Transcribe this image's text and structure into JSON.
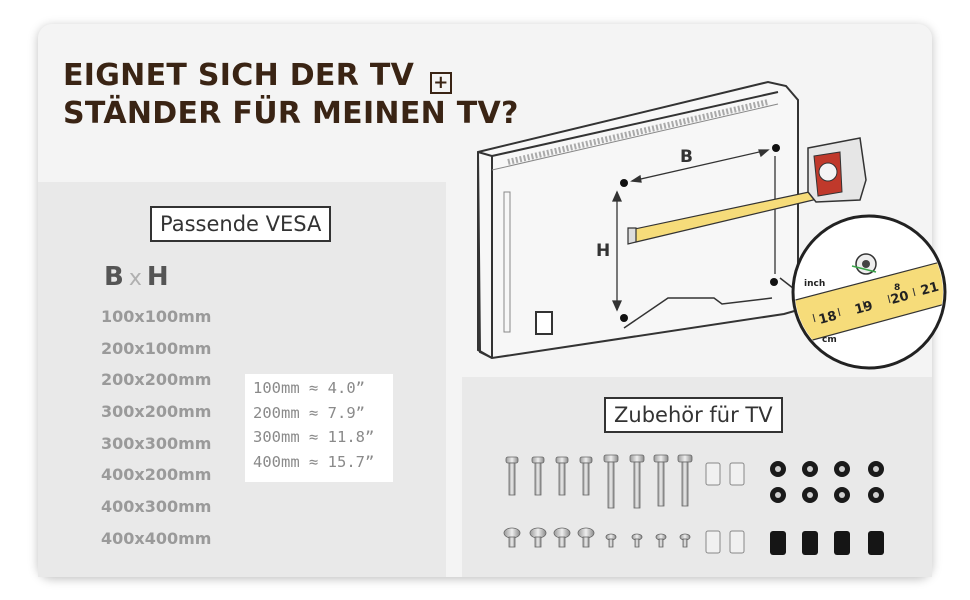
{
  "heading": {
    "line1": "EIGNET SICH DER TV",
    "line2": "STÄNDER FÜR MEINEN TV?",
    "badge": "+"
  },
  "vesa": {
    "title": "Passende VESA",
    "b": "B",
    "x": "x",
    "h": "H",
    "sizes": [
      "100x100mm",
      "200x100mm",
      "200x200mm",
      "300x200mm",
      "300x300mm",
      "400x200mm",
      "400x300mm",
      "400x400mm"
    ]
  },
  "conversions": [
    "100mm ≈  4.0”",
    "200mm ≈  7.9”",
    "300mm ≈ 11.8”",
    "400mm ≈ 15.7”"
  ],
  "diagram": {
    "label_b": "B",
    "label_h": "H",
    "unit_inch": "inch",
    "unit_cm": "cm",
    "ruler_numbers": [
      "18",
      "19",
      "20",
      "21"
    ],
    "ruler_small": "8"
  },
  "accessories": {
    "title": "Zubehör für TV"
  },
  "colors": {
    "heading": "#3a2414",
    "tape": "#f6dc7a",
    "tape_red": "#c0392b",
    "panel": "#e9e9e9"
  }
}
